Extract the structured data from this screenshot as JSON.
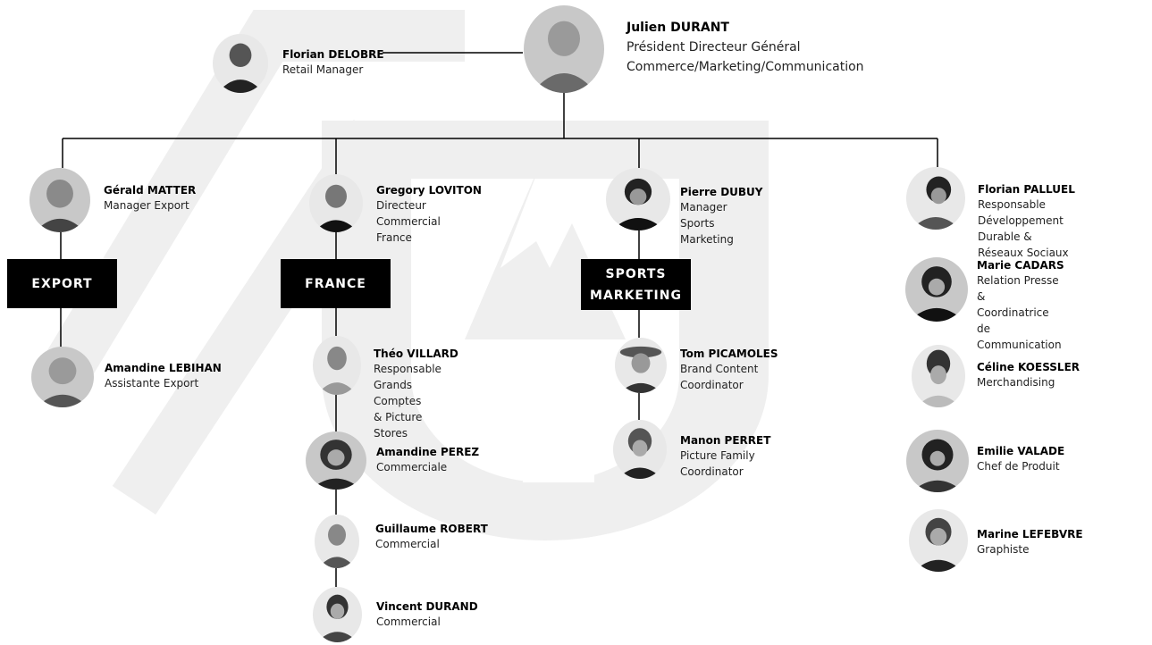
{
  "ceo": {
    "name": "Julien DURANT",
    "role": "Président Directeur Général\nCommerce/Marketing/Communication"
  },
  "retail": {
    "name": "Florian DELOBRE",
    "role": "Retail Manager"
  },
  "departments": {
    "export": "EXPORT",
    "france": "FRANCE",
    "sports_marketing": "SPORTS\nMARKETING"
  },
  "people": {
    "gerald": {
      "name": "Gérald MATTER",
      "role": "Manager Export"
    },
    "amandine_l": {
      "name": "Amandine LEBIHAN",
      "role": "Assistante Export"
    },
    "gregory": {
      "name": "Gregory LOVITON",
      "role": "Directeur Commercial\nFrance"
    },
    "theo": {
      "name": "Théo VILLARD",
      "role": "Responsable Grands Comptes\n& Picture Stores"
    },
    "amandine_p": {
      "name": "Amandine PEREZ",
      "role": "Commerciale"
    },
    "guillaume": {
      "name": "Guillaume ROBERT",
      "role": "Commercial"
    },
    "vincent": {
      "name": "Vincent DURAND",
      "role": "Commercial"
    },
    "pierre": {
      "name": "Pierre DUBUY",
      "role": "Manager Sports Marketing"
    },
    "tom": {
      "name": "Tom PICAMOLES",
      "role": "Brand Content Coordinator"
    },
    "manon": {
      "name": "Manon PERRET",
      "role": "Picture Family Coordinator"
    },
    "florian_p": {
      "name": "Florian PALLUEL",
      "role": "Responsable Développement\nDurable & Réseaux Sociaux"
    },
    "marie": {
      "name": "Marie CADARS",
      "role": "Relation Presse &\nCoordinatrice de\nCommunication"
    },
    "celine": {
      "name": "Céline KOESSLER",
      "role": "Merchandising"
    },
    "emilie": {
      "name": "Emilie VALADE",
      "role": "Chef de Produit"
    },
    "marine": {
      "name": "Marine LEFEBVRE",
      "role": "Graphiste"
    }
  },
  "colors": {
    "line": "#000000",
    "watermark": "#efefef",
    "dept_bg": "#000000",
    "avatar": "#c8c8c8"
  }
}
